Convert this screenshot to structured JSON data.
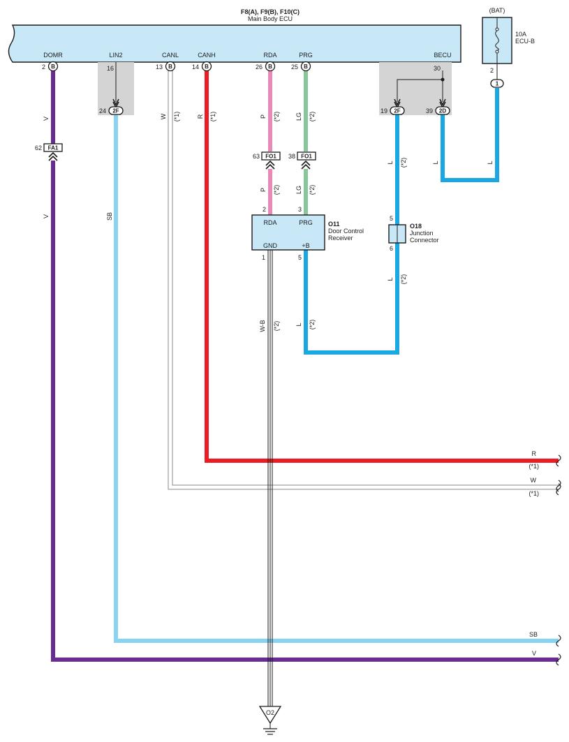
{
  "ecu": {
    "title": "F8(A), F9(B), F10(C)",
    "subtitle": "Main Body ECU",
    "pins": {
      "domr": {
        "name": "DOMR",
        "num": "2",
        "conn": "B"
      },
      "lin2": {
        "name": "LIN2",
        "num": "16"
      },
      "canl": {
        "name": "CANL",
        "num": "13",
        "conn": "B"
      },
      "canh": {
        "name": "CANH",
        "num": "14",
        "conn": "B"
      },
      "rda": {
        "name": "RDA",
        "num": "26",
        "conn": "B"
      },
      "prg": {
        "name": "PRG",
        "num": "25",
        "conn": "B"
      },
      "becu": {
        "name": "BECU",
        "num": "30"
      }
    }
  },
  "fuse": {
    "source": "(BAT)",
    "rating": "10A",
    "name": "ECU-B",
    "pin": "2",
    "conn": "1"
  },
  "junctions": {
    "lin2_out": {
      "num": "24",
      "conn": "2F"
    },
    "becu_a": {
      "num": "19",
      "conn": "2F"
    },
    "becu_b": {
      "num": "39",
      "conn": "2D"
    }
  },
  "connectors": {
    "fa1": {
      "num": "62",
      "name": "FA1"
    },
    "fo1_rda": {
      "num": "63",
      "name": "FO1"
    },
    "fo1_prg": {
      "num": "38",
      "name": "FO1"
    }
  },
  "receiver": {
    "id": "O11",
    "name_line1": "Door Control",
    "name_line2": "Receiver",
    "pin_rda": "RDA",
    "pin_prg": "PRG",
    "pin_gnd": "GND",
    "pin_b": "+B",
    "num_rda": "2",
    "num_prg": "3",
    "num_gnd": "1",
    "num_b": "5"
  },
  "junction_connector": {
    "id": "O18",
    "name_line1": "Junction",
    "name_line2": "Connector",
    "pin_top": "5",
    "pin_bottom": "6"
  },
  "ground": {
    "id": "O2"
  },
  "wire_labels": {
    "v": "V",
    "sb": "SB",
    "w": "W",
    "r": "R",
    "p": "P",
    "lg": "LG",
    "l": "L",
    "wb": "W-B",
    "n1": "(*1)",
    "n2": "(*2)"
  },
  "colors": {
    "violet": "#6a2c91",
    "sky_blue": "#88d3f0",
    "blue": "#1aa7e3",
    "red": "#ec1c24",
    "pink": "#e88ab7",
    "light_green": "#86c89a",
    "white_wire": "#8a8a8a",
    "ecu_fill": "#c8e8f8",
    "shade": "#d4d4d4"
  }
}
